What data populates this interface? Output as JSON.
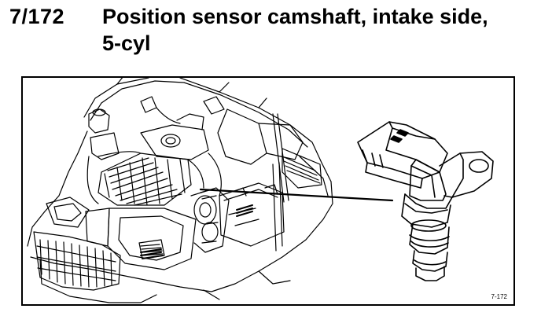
{
  "document": {
    "code": "7/172",
    "title": "Position sensor camshaft, intake side, 5-cyl"
  },
  "figure": {
    "reference": "7-172",
    "icons": [
      "engine-bay-icon",
      "camshaft-position-sensor-icon"
    ]
  }
}
